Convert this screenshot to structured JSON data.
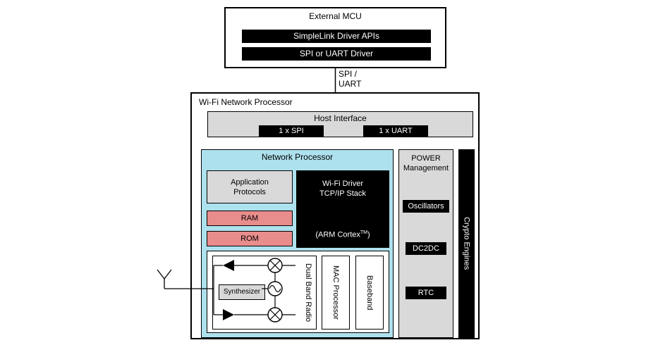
{
  "external_mcu": {
    "title": "External MCU",
    "simplelink_bar": "SimpleLink Driver APIs",
    "spi_uart_bar": "SPI or UART Driver"
  },
  "bus": {
    "line1": "SPI /",
    "line2": "UART"
  },
  "wifi_np": {
    "title": "Wi-Fi Network Processor",
    "host_interface": {
      "title": "Host Interface",
      "spi_bar": "1 x SPI",
      "uart_bar": "1 x UART"
    },
    "network_processor": {
      "title": "Network Processor",
      "application_protocols": "Application Protocols",
      "ram": "RAM",
      "rom": "ROM",
      "wifi_driver": {
        "line1": "Wi-Fi Driver",
        "line2": "TCP/IP Stack",
        "arm_prefix": "(ARM Cortex",
        "arm_sup": "TM",
        "arm_suffix": ")"
      },
      "radio": {
        "synthesizer": "Synthesizer",
        "dual_band_radio": "Dual Band Radio",
        "mac_processor": "MAC Processor",
        "baseband": "Baseband"
      }
    },
    "power": {
      "line1": "POWER",
      "line2": "Management",
      "items": [
        "Oscillators",
        "DC2DC",
        "RTC"
      ]
    },
    "crypto_engines": "Crypto Engines"
  },
  "colors": {
    "gray": "#d9d9d9",
    "cyan": "#aee1ee",
    "red": "#e98c8c",
    "black": "#000000"
  }
}
